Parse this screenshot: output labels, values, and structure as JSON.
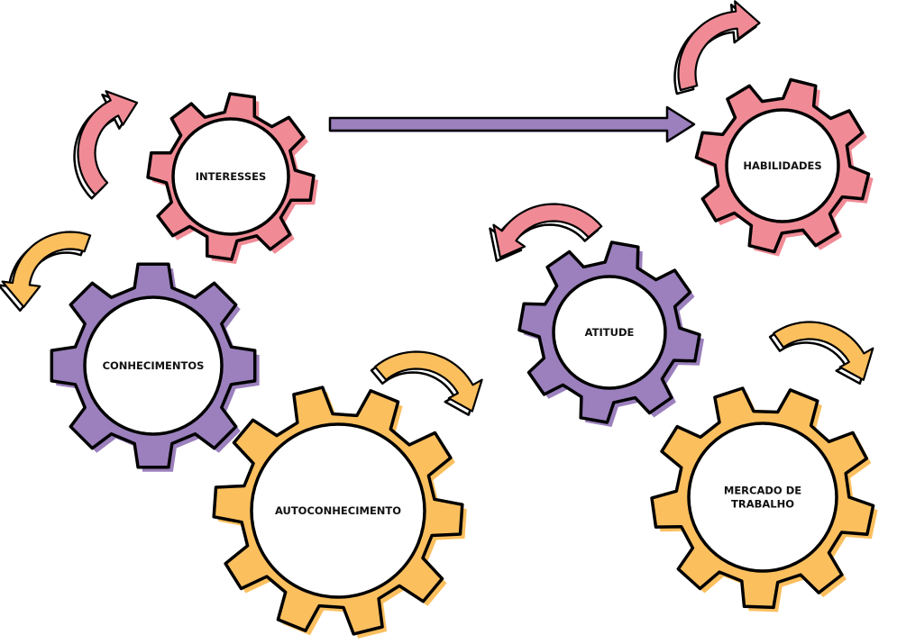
{
  "colors": {
    "pink": "#f08b96",
    "purple": "#9b80bd",
    "yellow": "#fbbf5e",
    "outline": "#000000",
    "hub": "#ffffff"
  },
  "gears": {
    "interesses": {
      "label": [
        "INTERESSES"
      ],
      "color": "pink"
    },
    "habilidades": {
      "label": [
        "HABILIDADES"
      ],
      "color": "pink"
    },
    "conhecimentos": {
      "label": [
        "CONHECIMENTOS"
      ],
      "color": "purple"
    },
    "atitude": {
      "label": [
        "ATITUDE"
      ],
      "color": "purple"
    },
    "autoconhecimento": {
      "label": [
        "AUTOCONHECIMENTO"
      ],
      "color": "yellow"
    },
    "mercado": {
      "label": [
        "MERCADO DE",
        "TRABALHO"
      ],
      "color": "yellow"
    }
  },
  "arrows": {
    "straight": {
      "color": "purple"
    },
    "curved": [
      {
        "id": "interesses",
        "color": "pink"
      },
      {
        "id": "habilidades",
        "color": "pink"
      },
      {
        "id": "conhecimentos",
        "color": "yellow"
      },
      {
        "id": "atitude",
        "color": "pink"
      },
      {
        "id": "autoconhecimento",
        "color": "yellow"
      },
      {
        "id": "mercado",
        "color": "yellow"
      }
    ]
  }
}
